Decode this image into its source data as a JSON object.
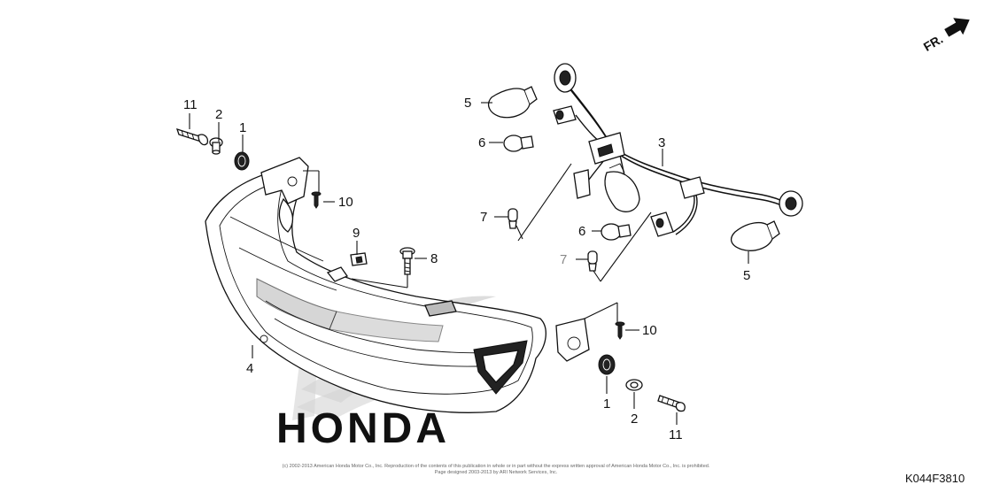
{
  "orientation": {
    "label": "FR."
  },
  "drawing_code": "K044F3810",
  "copyright": {
    "line1": "(c) 2002-2013 American Honda Motor Co., Inc. Reproduction of the contents of this publication in whole or in part without the express written approval of American Honda Motor Co., Inc. is prohibited.",
    "line2": "Page designed 2003-2013 by ARI Network Services, Inc."
  },
  "watermark": {
    "text": "HONDA"
  },
  "callouts": [
    {
      "id": "c-11a",
      "text": "11"
    },
    {
      "id": "c-2a",
      "text": "2"
    },
    {
      "id": "c-1a",
      "text": "1"
    },
    {
      "id": "c-10a",
      "text": "10"
    },
    {
      "id": "c-9",
      "text": "9"
    },
    {
      "id": "c-8",
      "text": "8"
    },
    {
      "id": "c-4",
      "text": "4"
    },
    {
      "id": "c-5a",
      "text": "5"
    },
    {
      "id": "c-6a",
      "text": "6"
    },
    {
      "id": "c-3",
      "text": "3"
    },
    {
      "id": "c-7a",
      "text": "7"
    },
    {
      "id": "c-6b",
      "text": "6"
    },
    {
      "id": "c-7b",
      "text": "7"
    },
    {
      "id": "c-5b",
      "text": "5"
    },
    {
      "id": "c-10b",
      "text": "10"
    },
    {
      "id": "c-1b",
      "text": "1"
    },
    {
      "id": "c-2b",
      "text": "2"
    },
    {
      "id": "c-11b",
      "text": "11"
    }
  ]
}
